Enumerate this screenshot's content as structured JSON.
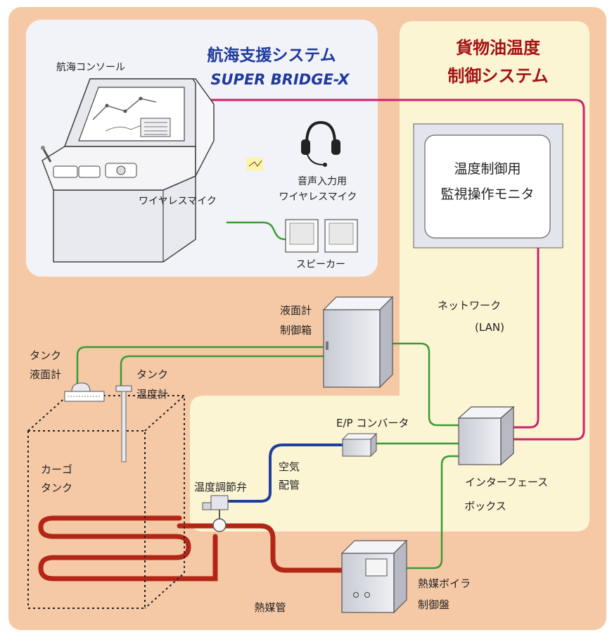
{
  "navigation": {
    "title_ja": "航海支援システム",
    "title_en": "SUPER BRIDGE-X",
    "console_label": "航海コンソール",
    "wireless_mic_label": "ワイヤレスマイク",
    "headset_label_1": "音声入力用",
    "headset_label_2": "ワイヤレスマイク",
    "speaker_label": "スピーカー"
  },
  "cargo_system": {
    "title_line1": "貨物油温度",
    "title_line2": "制御システム",
    "monitor_line1": "温度制御用",
    "monitor_line2": "監視操作モニタ",
    "network_line1": "ネットワーク",
    "network_line2": "(LAN)"
  },
  "components": {
    "level_box_line1": "液面計",
    "level_box_line2": "制御箱",
    "tank_level_line1": "タンク",
    "tank_level_line2": "液面計",
    "tank_temp_line1": "タンク",
    "tank_temp_line2": "温度計",
    "cargo_tank_line1": "カーゴ",
    "cargo_tank_line2": "タンク",
    "ep_converter": "E/P コンバータ",
    "air_pipe_line1": "空気",
    "air_pipe_line2": "配管",
    "temp_valve": "温度調節弁",
    "interface_line1": "インターフェース",
    "interface_line2": "ボックス",
    "heating_pipe": "熱媒管",
    "boiler_line1": "熱媒ボイラ",
    "boiler_line2": "制御盤"
  },
  "colors": {
    "background": "#f6c9a6",
    "cream_panel": "#fcf5d4",
    "nav_panel": "#f2f3f8",
    "lan_line": "#d0206c",
    "signal_line": "#3a9a36",
    "air_line": "#1e3f9a",
    "heat_pipe": "#b32616",
    "title_blue": "#1e3aa0",
    "title_red": "#a31212"
  }
}
